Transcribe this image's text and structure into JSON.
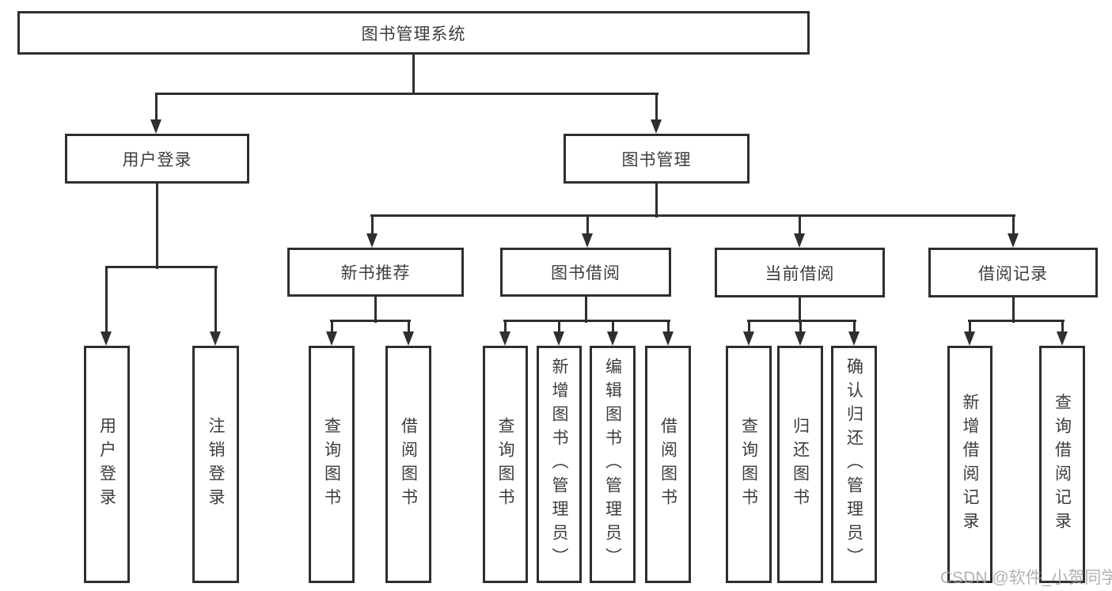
{
  "diagram": {
    "root": {
      "label": "图书管理系统"
    },
    "branches": [
      {
        "label": "用户登录",
        "children": [
          {
            "label": "用户登录"
          },
          {
            "label": "注销登录"
          }
        ]
      },
      {
        "label": "图书管理",
        "children": [
          {
            "label": "新书推荐",
            "children": [
              {
                "label": "查询图书"
              },
              {
                "label": "借阅图书"
              }
            ]
          },
          {
            "label": "图书借阅",
            "children": [
              {
                "label": "查询图书"
              },
              {
                "label": "新增图书（管理员）"
              },
              {
                "label": "编辑图书（管理员）"
              },
              {
                "label": "借阅图书"
              }
            ]
          },
          {
            "label": "当前借阅",
            "children": [
              {
                "label": "查询图书"
              },
              {
                "label": "归还图书"
              },
              {
                "label": "确认归还（管理员）"
              }
            ]
          },
          {
            "label": "借阅记录",
            "children": [
              {
                "label": "新增借阅记录"
              },
              {
                "label": "查询借阅记录"
              }
            ]
          }
        ]
      }
    ]
  },
  "watermark": {
    "text": "CSDN @软件_小贺同学"
  },
  "colors": {
    "line": "#2f2f2f",
    "text": "#3d3d3d",
    "background": "#ffffff",
    "watermark": "rgba(165,165,165,0.85)"
  }
}
